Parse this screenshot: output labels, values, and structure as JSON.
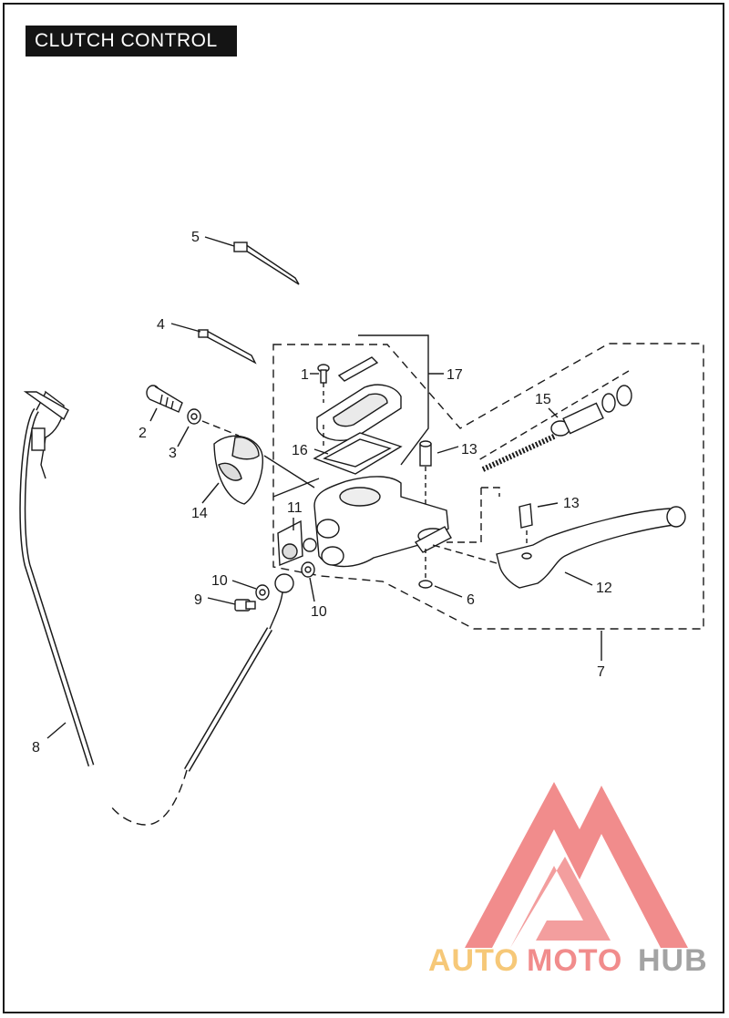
{
  "title": "CLUTCH CONTROL",
  "callouts": [
    "1",
    "2",
    "3",
    "4",
    "5",
    "6",
    "7",
    "8",
    "9",
    "10",
    "10",
    "11",
    "12",
    "13",
    "13",
    "14",
    "15",
    "16",
    "17"
  ],
  "watermark": {
    "part1": "AUTO",
    "part2": "MOTO",
    "part3": "HUB"
  },
  "colors": {
    "ink": "#1a1a1a",
    "watermark_red": "#f08080",
    "watermark_orange": "#f6c36a",
    "watermark_grey": "#9a9a9a"
  }
}
